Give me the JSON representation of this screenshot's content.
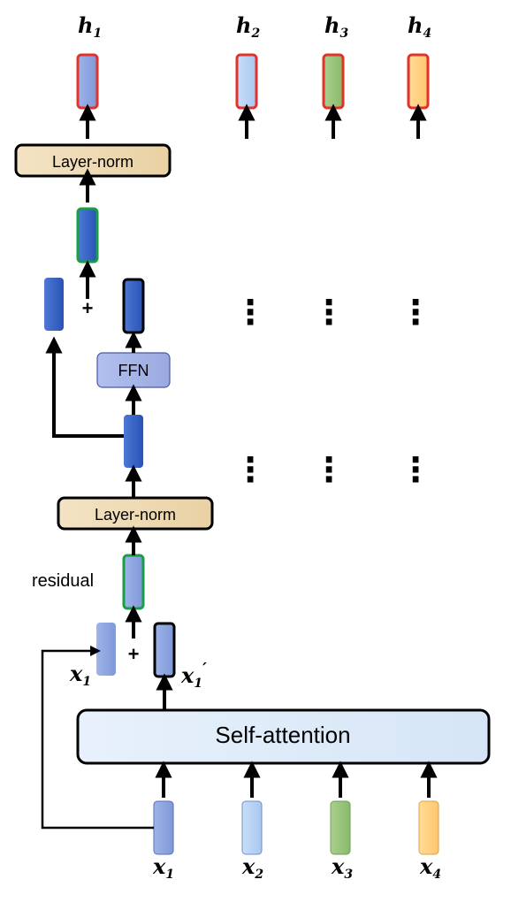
{
  "labels": {
    "top_h1": {
      "main": "h",
      "sub": "1"
    },
    "top_h2": {
      "main": "h",
      "sub": "2"
    },
    "top_h3": {
      "main": "h",
      "sub": "3"
    },
    "top_h4": {
      "main": "h",
      "sub": "4"
    },
    "x1_small": {
      "main": "x",
      "sub": "1"
    },
    "x1_prime": {
      "main": "x",
      "sub": "1",
      "prime": "′"
    },
    "input_x1": {
      "main": "x",
      "sub": "1"
    },
    "input_x2": {
      "main": "x",
      "sub": "2"
    },
    "input_x3": {
      "main": "x",
      "sub": "3"
    },
    "input_x4": {
      "main": "x",
      "sub": "4"
    },
    "layer_norm_top": "Layer-norm",
    "layer_norm_bottom": "Layer-norm",
    "ffn": "FFN",
    "self_attention": "Self-attention",
    "residual": "residual",
    "plus_top": "+",
    "plus_bottom": "+"
  },
  "colors": {
    "red_border": "#e3312b",
    "green_border": "#1a9e45",
    "black": "#000000",
    "blue_dark": "#2e5fc7",
    "blue_mid": "#8fa4dd",
    "blue_light": "#b9d3f4",
    "green_fill": "#9ac47c",
    "orange_fill": "#ffcf81",
    "layer_norm_fill": "#efdcb6",
    "ffn_fill": "#a9b6ea",
    "attn_fill": "#deeaf8"
  },
  "ellipsis_symbol": "⋮"
}
